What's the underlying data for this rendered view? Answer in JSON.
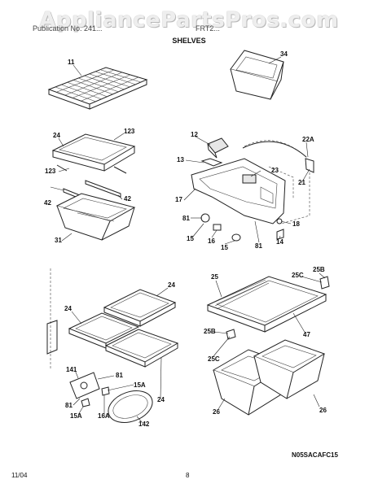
{
  "watermark": "AppliancePartsPros.com",
  "header": {
    "left": "Publication No. 241...",
    "right": "FRT2...",
    "section": "SHELVES"
  },
  "callouts": [
    "11",
    "34",
    "24",
    "123",
    "123",
    "42",
    "42",
    "31",
    "12",
    "13",
    "22A",
    "23",
    "21",
    "17",
    "81",
    "18",
    "15",
    "16",
    "15",
    "81",
    "14",
    "24",
    "24",
    "141",
    "81",
    "15A",
    "81",
    "15A",
    "16A",
    "142",
    "24",
    "25",
    "25C",
    "25B",
    "47",
    "25B",
    "25C",
    "26",
    "26"
  ],
  "footer": {
    "diagram_code": "N05SACAFC15",
    "date": "11/04",
    "page": "8"
  }
}
